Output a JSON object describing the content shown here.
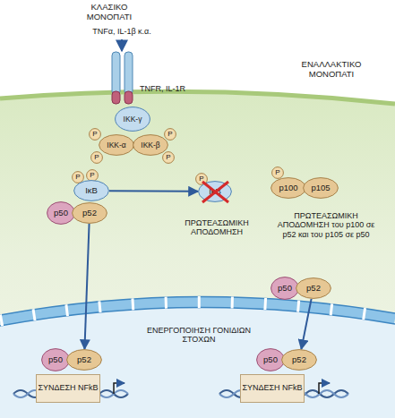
{
  "diagram": {
    "nodes": [
      {
        "text": [
          "IKK-γ"
        ]
      },
      {
        "text": [
          "P"
        ]
      },
      {
        "text": [
          "IKK-α"
        ]
      },
      {
        "text": [
          "IKK-β"
        ]
      },
      {
        "text": [
          "P"
        ]
      },
      {
        "text": [
          "P"
        ]
      },
      {
        "text": [
          "P"
        ]
      },
      {
        "text": [
          "P"
        ]
      },
      {
        "text": [
          "P"
        ]
      },
      {
        "text": [
          "IκB"
        ]
      },
      {
        "text": [
          "P"
        ]
      },
      {
        "text": [
          "IκB"
        ]
      },
      {
        "text": [
          "P"
        ]
      },
      {
        "text": [
          "p100"
        ]
      },
      {
        "text": [
          "p105"
        ]
      },
      {
        "text": [
          "p50"
        ]
      },
      {
        "text": [
          "p52"
        ]
      },
      {
        "text": [
          "p50"
        ]
      },
      {
        "text": [
          "p52"
        ]
      },
      {
        "text": [
          "p50"
        ]
      },
      {
        "text": [
          "p52"
        ]
      },
      {
        "text": [
          "p50"
        ]
      },
      {
        "text": [
          "p52"
        ]
      },
      {
        "text": [
          "ΣΥΝΔΕΣΗ NFkB"
        ]
      },
      {
        "text": [
          "ΣΥΝΔΕΣΗ NFkB"
        ]
      }
    ],
    "edges": [
      {
        "from": 9,
        "to": 11,
        "arrow": "to"
      },
      {
        "from": 16,
        "to": 20,
        "arrow": "to"
      },
      {
        "from": 18,
        "to": 22,
        "arrow": "to"
      }
    ],
    "labels": [
      "ΚΛΑΣΙΚΟ ΜΟΝΟΠΑΤΙ",
      "TNFα, IL-1β κ.α.",
      "TNFR, IL-1R",
      "ΕΝΑΛΛΑΚΤΙΚΟ ΜΟΝΟΠΑΤΙ",
      "ΠΡΩΤΕΑΣΩΜΙΚΗ ΑΠΟΔΟΜΗΣΗ",
      "ΠΡΩΤΕΑΣΩΜΙΚΗ ΑΠΟΔΟΜΗΣΗ του p100 σε p52 και του p105 σε p50",
      "ΕΝΕΡΓΟΠΟΙΗΣΗ ΓΟΝΙΔΙΩΝ ΣΤΟΧΩΝ"
    ]
  }
}
